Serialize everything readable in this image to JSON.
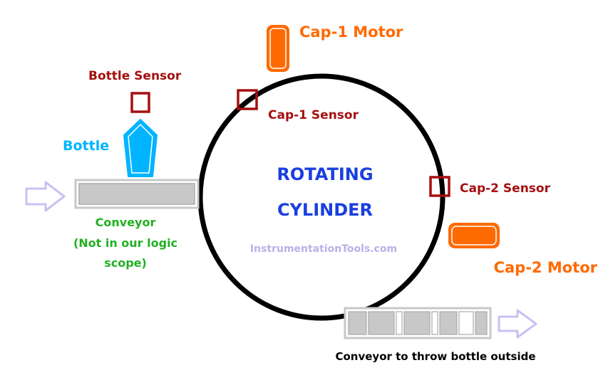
{
  "labels": {
    "cap1_motor": "Cap-1 Motor",
    "bottle_sensor": "Bottle Sensor",
    "cap1_sensor": "Cap-1 Sensor",
    "bottle": "Bottle",
    "cylinder_line1": "ROTATING",
    "cylinder_line2": "CYLINDER",
    "cap2_sensor": "Cap-2 Sensor",
    "conveyor_line1": "Conveyor",
    "conveyor_line2": "(Not in our logic",
    "conveyor_line3": "scope)",
    "watermark": "InstrumentationTools.com",
    "cap2_motor": "Cap-2 Motor",
    "output_conveyor": "Conveyor to throw bottle outside"
  },
  "colors": {
    "motor": "#ff6a00",
    "sensor": "#a50f0f",
    "bottle": "#00b4ff",
    "cylinder_text": "#1a3fe0",
    "conveyor_text": "#22b022",
    "watermark": "#b9b0e8",
    "arrow": "#c9c1f2",
    "conveyor_fill": "#c8c8c8",
    "black": "#000000"
  },
  "icons": {
    "input_arrow": "right-arrow-icon",
    "output_arrow": "right-arrow-icon"
  }
}
